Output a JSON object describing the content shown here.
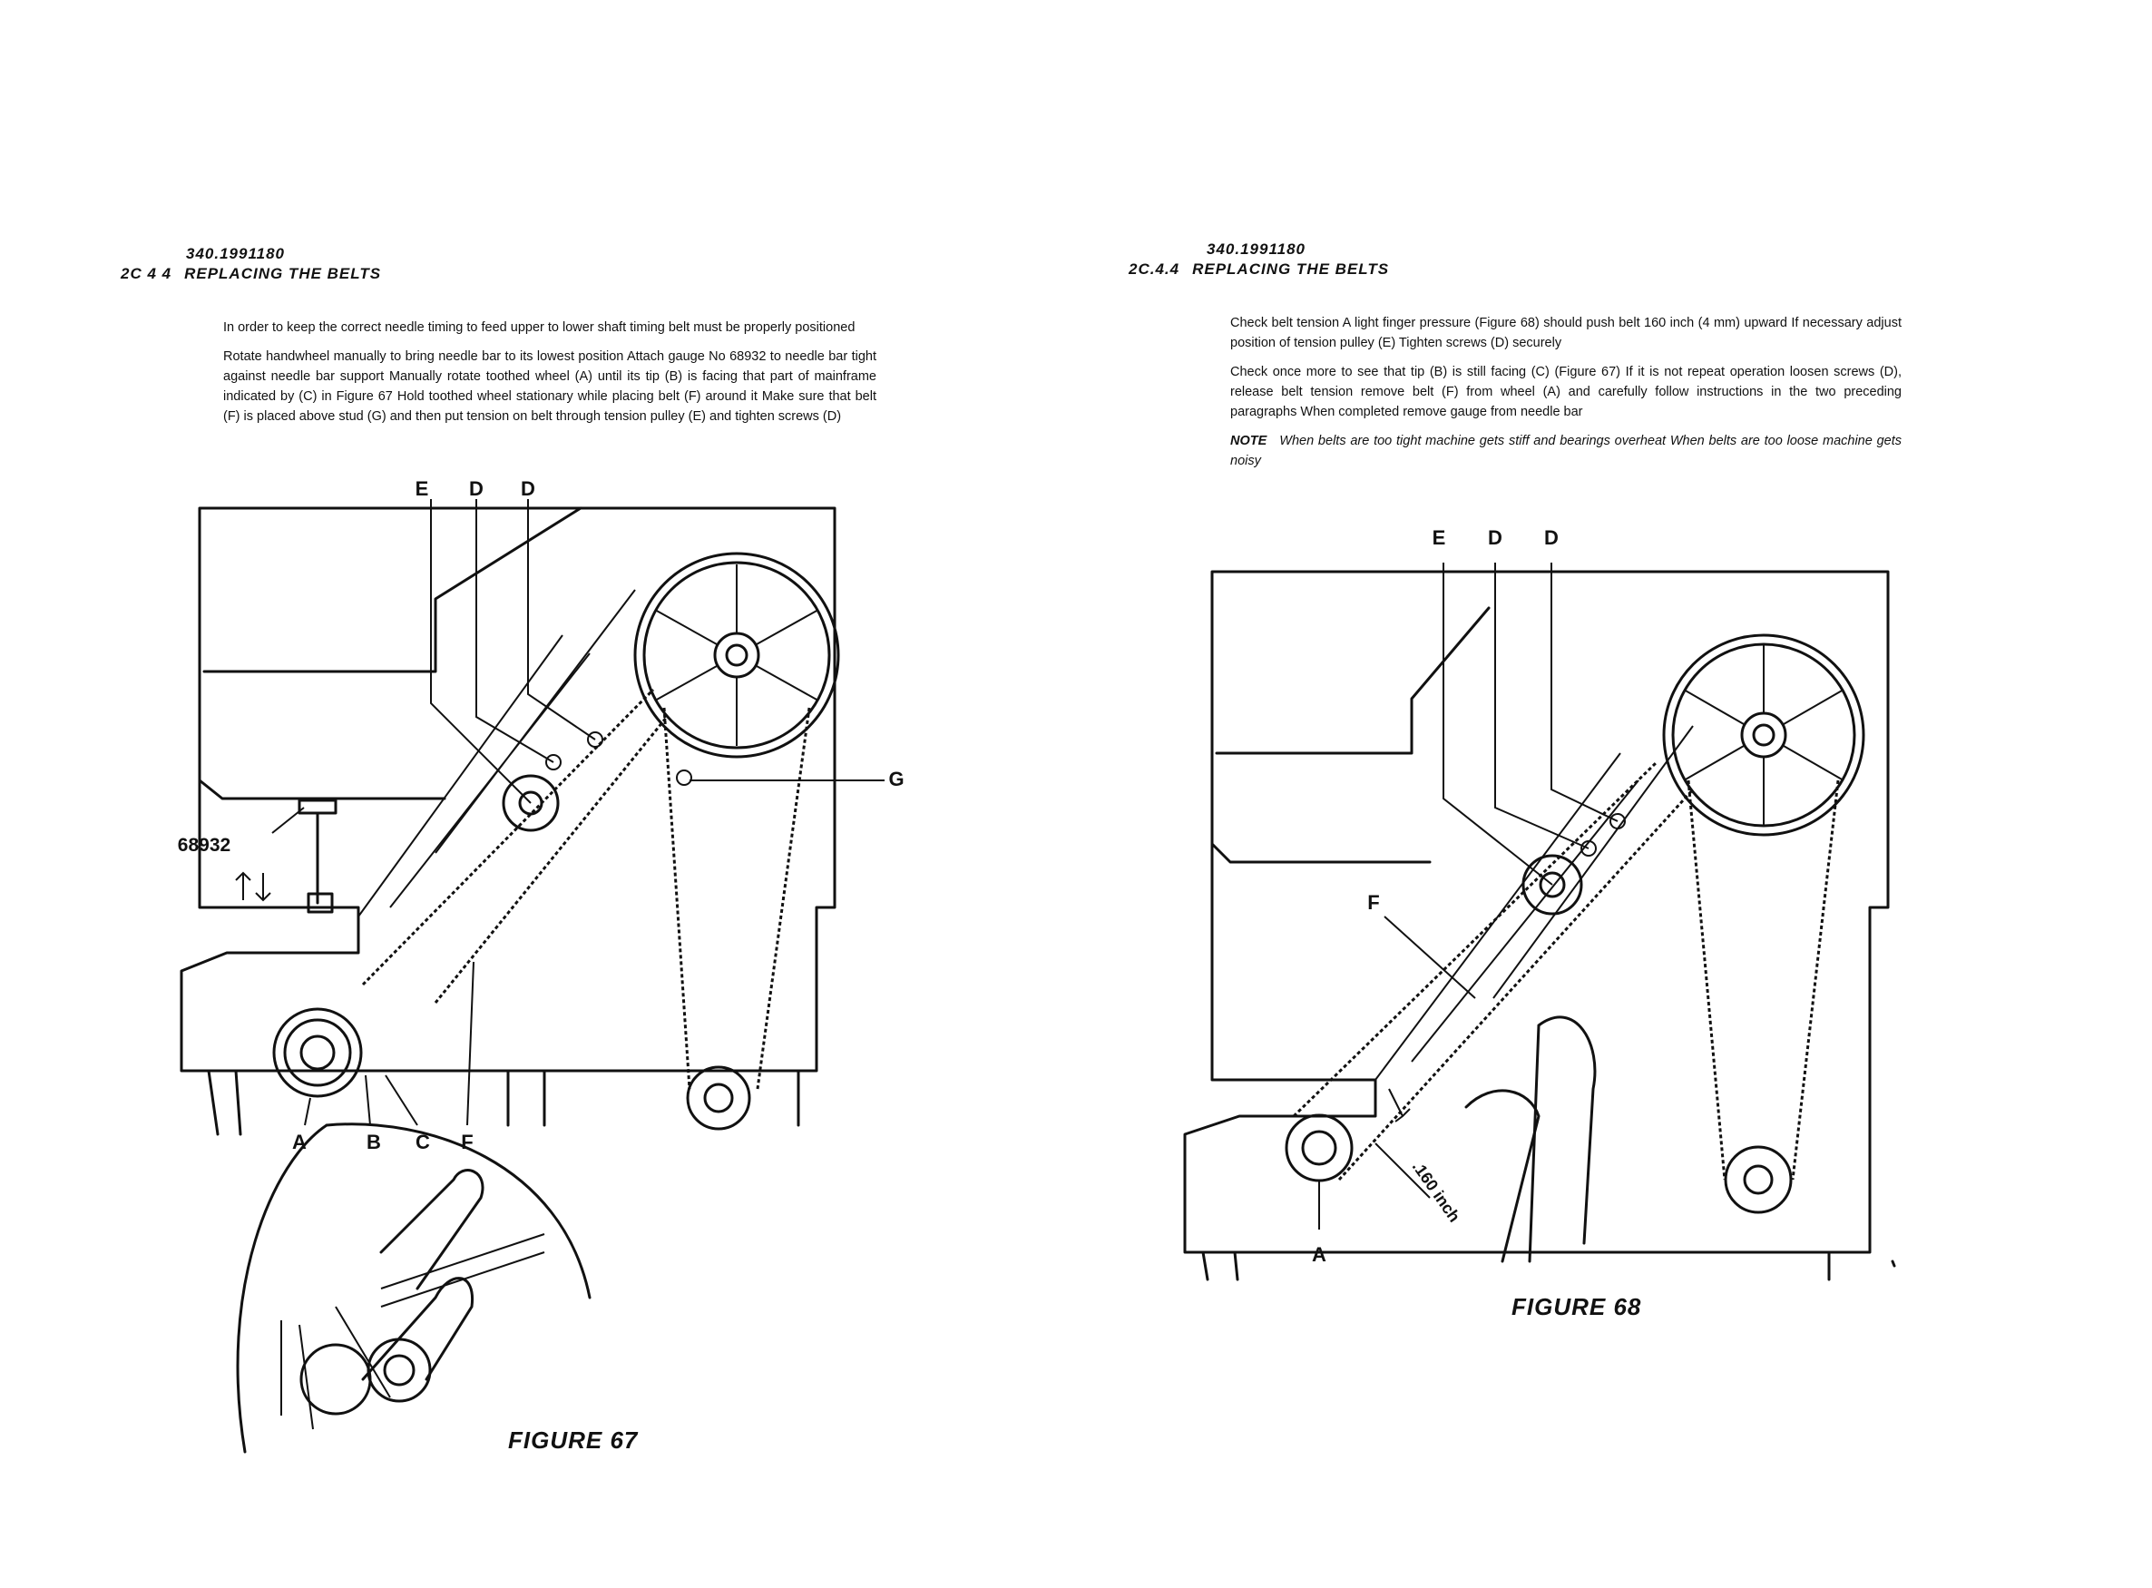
{
  "left": {
    "doc_number": "340.1991180",
    "section_number": "2C 4 4",
    "section_title": "REPLACING THE BELTS",
    "paragraphs": [
      "In order to keep the correct needle timing to feed upper to lower shaft timing belt must be properly positioned",
      "Rotate handwheel manually to bring needle bar to its lowest position Attach gauge No 68932 to needle bar tight against needle bar support Manually rotate toothed wheel (A) until its tip (B) is facing that part of mainframe indicated by (C) in Figure 67 Hold toothed wheel stationary while placing belt (F) around it Make sure that belt (F) is placed above stud (G) and then put tension on belt through tension pulley (E) and tighten screws (D)"
    ],
    "figure": {
      "labels": {
        "e": "E",
        "d1": "D",
        "d2": "D",
        "g": "G",
        "gauge": "68932",
        "a": "A",
        "b": "B",
        "c": "C",
        "f": "F"
      },
      "caption": "FIGURE 67"
    }
  },
  "right": {
    "doc_number": "340.1991180",
    "section_number": "2C.4.4",
    "section_title": "REPLACING THE BELTS",
    "paragraphs": [
      "Check belt tension A light finger pressure (Figure 68) should push belt 160 inch (4 mm) upward If necessary adjust position of tension pulley (E) Tighten screws (D) securely",
      "Check once more to see that tip (B) is still facing (C) (Figure 67) If it is not repeat operation loosen screws (D), release belt tension remove belt (F) from wheel (A) and carefully follow instructions in the two preceding paragraphs When completed remove gauge from needle bar"
    ],
    "note_label": "NOTE",
    "note_text": "When belts are too tight machine gets stiff and bearings overheat When belts are too loose machine gets noisy",
    "figure": {
      "labels": {
        "e": "E",
        "d1": "D",
        "d2": "D",
        "f": "F",
        "a": "A",
        "measure": ".160 inch"
      },
      "caption": "FIGURE 68"
    }
  }
}
